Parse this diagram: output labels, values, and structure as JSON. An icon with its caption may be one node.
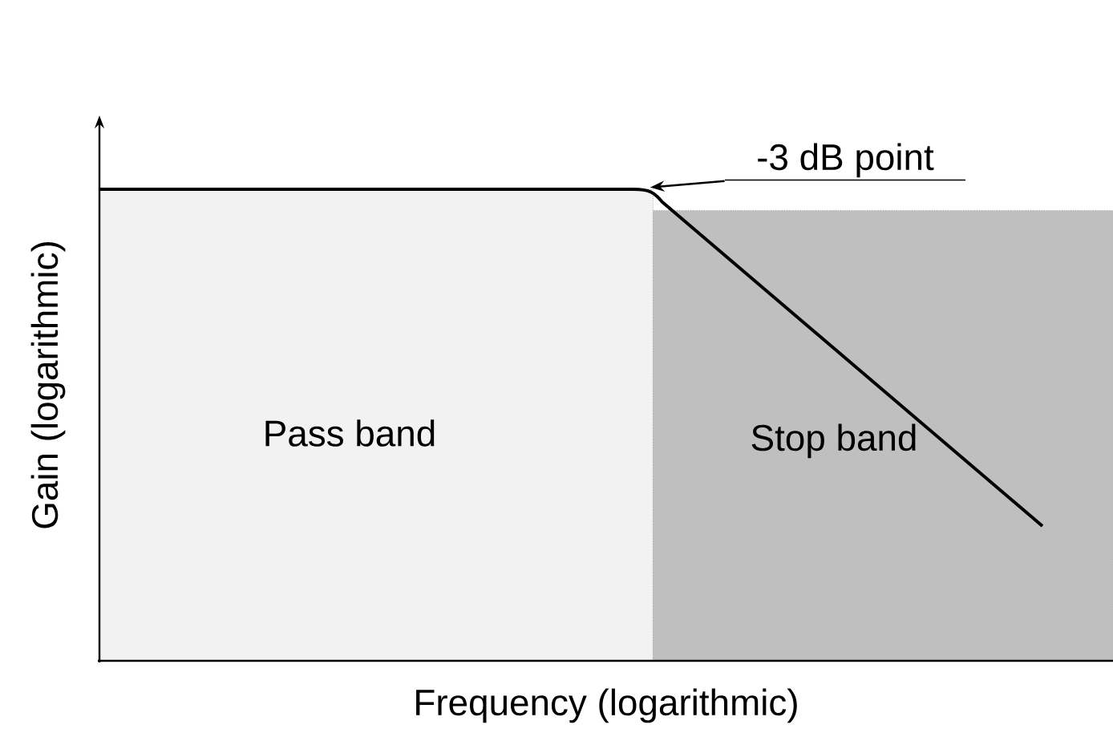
{
  "diagram": {
    "nodes": [
      {
        "text": [
          "Pass band"
        ]
      },
      {
        "text": [
          "Stop band"
        ]
      },
      {
        "text": [
          "-3 dB point"
        ]
      },
      {
        "text": [],
        "shape": "curve"
      }
    ],
    "edges": [
      {
        "from": 2,
        "to": 3,
        "arrow": "to"
      }
    ],
    "labels": [
      "Gain (logarithmic)",
      "Frequency (logarithmic)"
    ]
  }
}
